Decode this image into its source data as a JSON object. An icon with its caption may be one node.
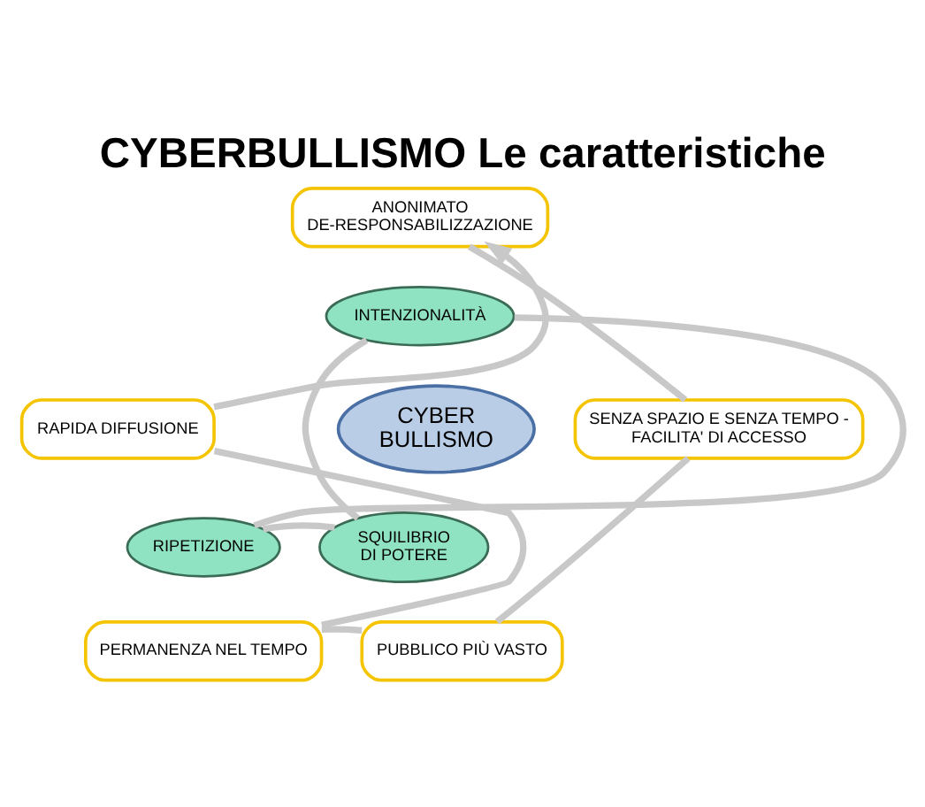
{
  "diagram": {
    "title": "CYBERBULLISMO Le caratteristiche",
    "nodes": [
      {
        "text": [
          "ANONIMATO DE-RESPONSABILIZZAZIONE"
        ]
      },
      {
        "text": [
          "INTENZIONALITÀ"
        ]
      },
      {
        "text": [
          "RAPIDA DIFFUSIONE"
        ]
      },
      {
        "text": [
          "SENZA SPAZIO E SENZA TEMPO - FACILITA' DI ACCESSO"
        ]
      },
      {
        "text": [
          "CYBER BULLISMO"
        ]
      },
      {
        "text": [
          "RIPETIZIONE"
        ]
      },
      {
        "text": [
          "SQUILIBRIO DI POTERE"
        ]
      },
      {
        "text": [
          "PERMANENZA NEL TEMPO"
        ]
      },
      {
        "text": [
          "PUBBLICO PIÙ VASTO"
        ]
      }
    ],
    "edges": [
      {
        "from": 0,
        "to": 3,
        "arrow": "none"
      },
      {
        "from": 3,
        "to": 8,
        "arrow": "none"
      },
      {
        "from": 8,
        "to": 7,
        "arrow": "none"
      },
      {
        "from": 7,
        "to": 2,
        "arrow": "none"
      },
      {
        "from": 2,
        "to": 0,
        "arrow": "to"
      },
      {
        "from": 1,
        "to": 6,
        "arrow": "none"
      },
      {
        "from": 6,
        "to": 5,
        "arrow": "none"
      },
      {
        "from": 5,
        "to": 1,
        "arrow": "none"
      }
    ]
  }
}
